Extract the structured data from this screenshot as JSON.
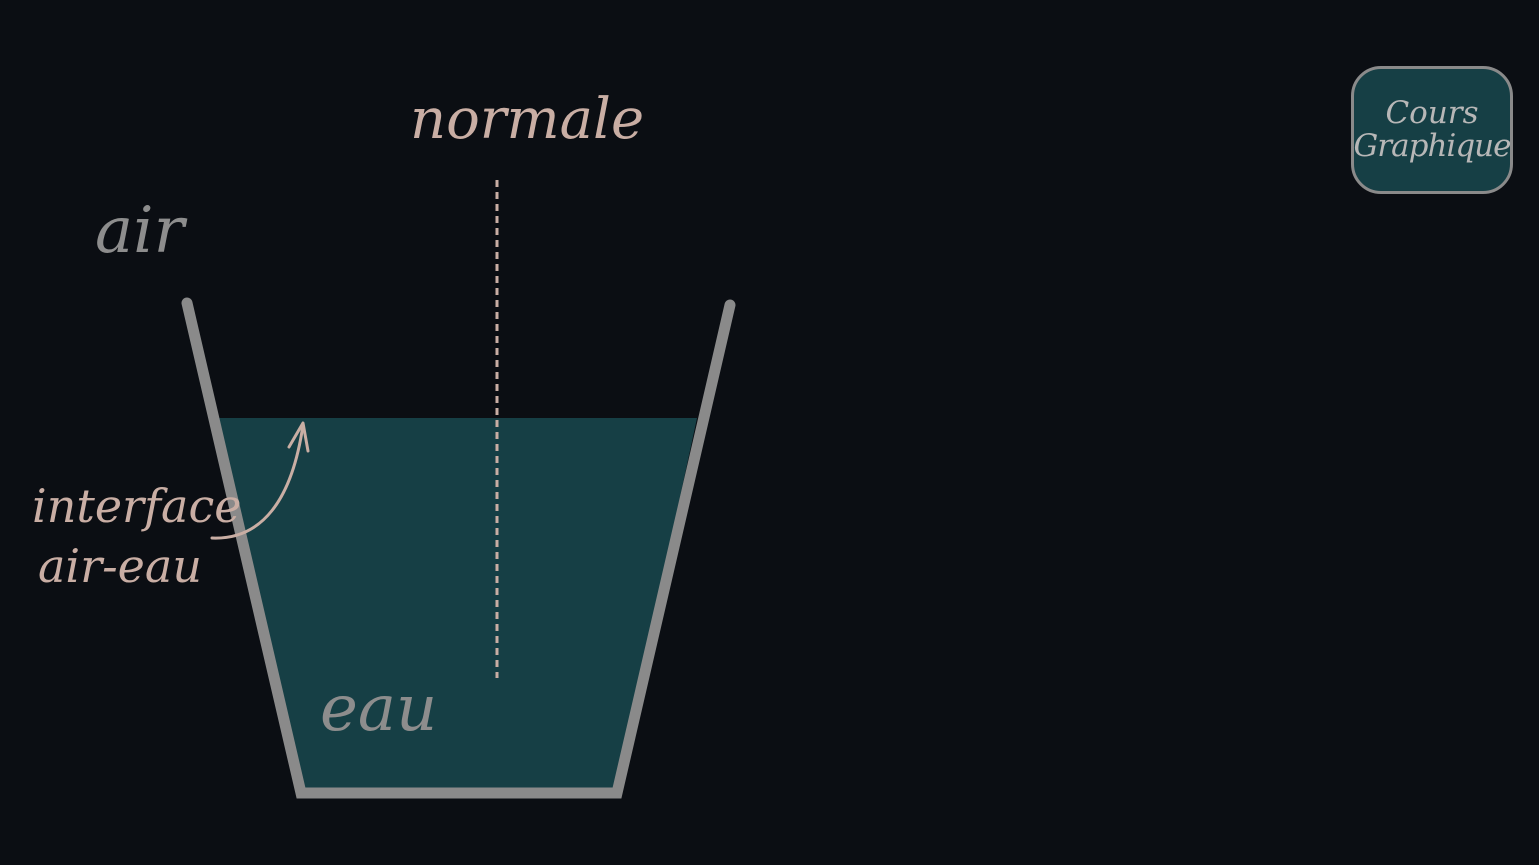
{
  "labels": {
    "air": "air",
    "normale": "normale",
    "interface_line1": "interface",
    "interface_line2": "air-eau",
    "eau": "eau"
  },
  "logo": {
    "line1": "Cours",
    "line2": "Graphique"
  },
  "colors": {
    "background": "#0b0e13",
    "water": "#163f45",
    "container": "#8a8a8a",
    "accent_text": "#c9aea4",
    "label_gray": "#8d8d8d"
  },
  "icons": {
    "container": "trapezoid-beaker-icon",
    "normal_line": "dashed-vertical-line",
    "pointer": "curved-arrow-icon"
  }
}
